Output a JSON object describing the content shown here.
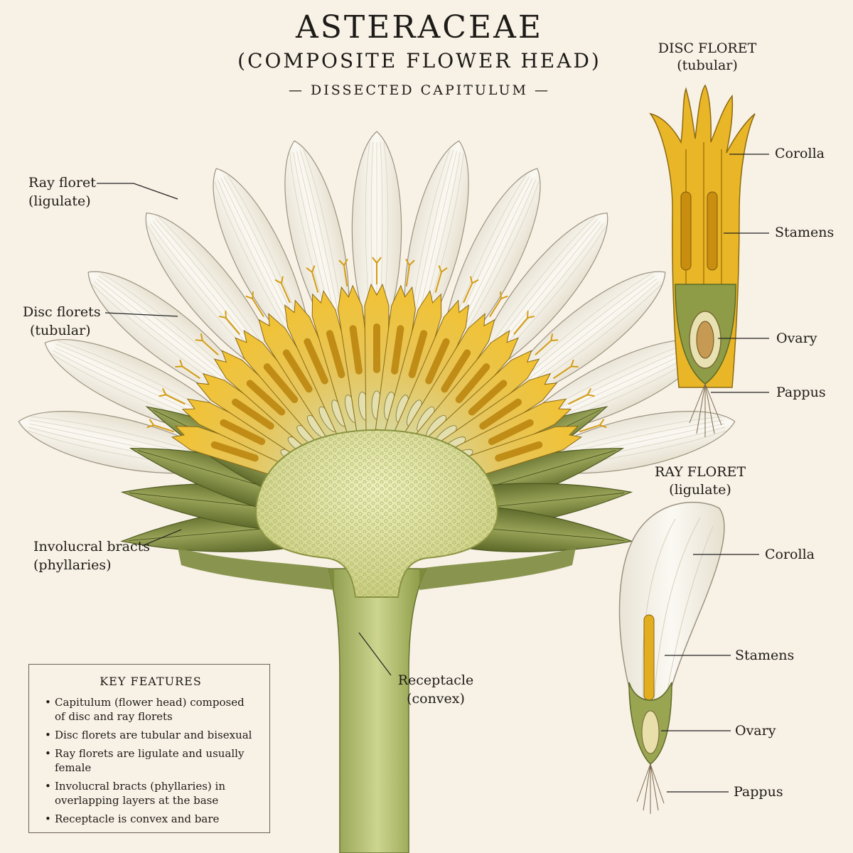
{
  "header": {
    "title": "ASTERACEAE",
    "subtitle": "(COMPOSITE FLOWER HEAD)",
    "kicker": "— DISSECTED CAPITULUM —"
  },
  "main_labels": {
    "ray_floret": [
      "Ray floret",
      "(ligulate)"
    ],
    "disc_florets": [
      "Disc florets",
      "(tubular)"
    ],
    "bracts": [
      "Involucral bracts",
      "(phyllaries)"
    ],
    "receptacle": [
      "Receptacle",
      "(convex)"
    ]
  },
  "disc_panel": {
    "title": "DISC FLORET",
    "subtitle": "(tubular)",
    "labels": [
      "Corolla",
      "Stamens",
      "Ovary",
      "Pappus"
    ]
  },
  "ray_panel": {
    "title": "RAY FLORET",
    "subtitle": "(ligulate)",
    "labels": [
      "Corolla",
      "Stamens",
      "Ovary",
      "Pappus"
    ]
  },
  "key_features": {
    "heading": "KEY FEATURES",
    "items": [
      "Capitulum (flower head) composed of disc and ray florets",
      "Disc florets are tubular and bisexual",
      "Ray florets are ligulate and usually female",
      "Involucral bracts (phyllaries) in overlapping layers at the base",
      "Receptacle is convex and bare"
    ]
  },
  "colors": {
    "background": "#f8f1e6",
    "petal": "#f7f3ea",
    "disc_yellow": "#e7b52a",
    "bract_green": "#7f8b43",
    "receptacle": "#dfe2a6"
  }
}
